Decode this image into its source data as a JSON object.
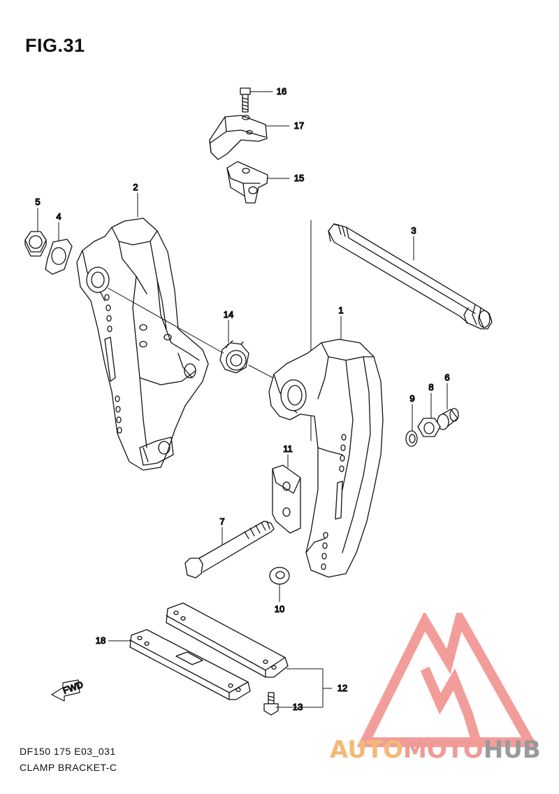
{
  "figure": {
    "title": "FIG.31",
    "code": "DF150 175 E03_031",
    "name": "CLAMP BRACKET-C"
  },
  "callouts": [
    {
      "num": "1",
      "part": "clamp-bracket-right"
    },
    {
      "num": "2",
      "part": "clamp-bracket-left"
    },
    {
      "num": "3",
      "part": "clamp-bracket-shaft"
    },
    {
      "num": "4",
      "part": "washer-plate"
    },
    {
      "num": "5",
      "part": "nut"
    },
    {
      "num": "6",
      "part": "bushing"
    },
    {
      "num": "7",
      "part": "bolt"
    },
    {
      "num": "8",
      "part": "nut"
    },
    {
      "num": "9",
      "part": "washer"
    },
    {
      "num": "10",
      "part": "washer"
    },
    {
      "num": "11",
      "part": "plate"
    },
    {
      "num": "12",
      "part": "plate-assembly"
    },
    {
      "num": "13",
      "part": "bolt"
    },
    {
      "num": "14",
      "part": "bushing"
    },
    {
      "num": "15",
      "part": "bracket"
    },
    {
      "num": "16",
      "part": "bolt"
    },
    {
      "num": "17",
      "part": "cover"
    },
    {
      "num": "18",
      "part": "plate"
    }
  ],
  "fwd_marker": "FWD",
  "watermark": {
    "text_parts": [
      "AUTO",
      "MOTO",
      "HUB"
    ],
    "colors": {
      "auto": "#f4b878",
      "moto": "#ef9a96",
      "hub": "#9a9a9a",
      "triangle": "#f08c88"
    }
  }
}
